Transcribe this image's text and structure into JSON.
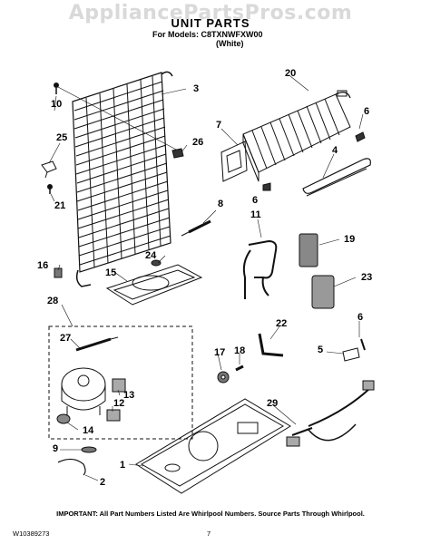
{
  "header": {
    "watermark": "AppliancePartsPros.com",
    "title": "UNIT PARTS",
    "models_line": "For Models: C8TXNWFXW00",
    "variant": "(White)"
  },
  "callouts": {
    "c1": "1",
    "c2": "2",
    "c3": "3",
    "c4": "4",
    "c5": "5",
    "c6a": "6",
    "c6b": "6",
    "c6c": "6",
    "c7": "7",
    "c8": "8",
    "c9": "9",
    "c10": "10",
    "c11": "11",
    "c12": "12",
    "c13": "13",
    "c14": "14",
    "c15": "15",
    "c16": "16",
    "c17": "17",
    "c18": "18",
    "c19": "19",
    "c20": "20",
    "c21": "21",
    "c22": "22",
    "c23": "23",
    "c24": "24",
    "c25": "25",
    "c26": "26",
    "c27": "27",
    "c28": "28",
    "c29": "29"
  },
  "footer": {
    "note": "IMPORTANT: All Part Numbers Listed Are Whirlpool Numbers. Source Parts Through Whirlpool.",
    "doc_number": "W10389273",
    "page_number": "7"
  }
}
